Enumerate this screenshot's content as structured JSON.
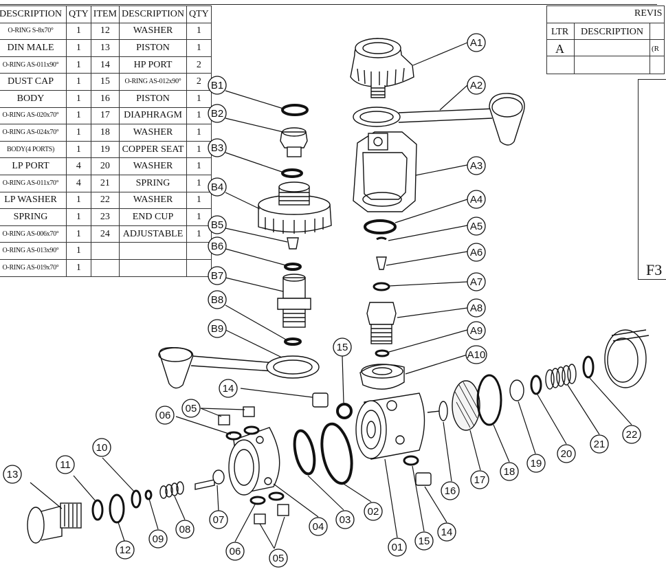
{
  "table": {
    "headers": [
      "DESCRIPTION",
      "QTY",
      "ITEM",
      "DESCRIPTION",
      "QTY"
    ],
    "rows": [
      [
        "O-RING S-8x70°",
        "1",
        "12",
        "WASHER",
        "1"
      ],
      [
        "DIN MALE",
        "1",
        "13",
        "PISTON",
        "1"
      ],
      [
        "O-RING AS-011x90°",
        "1",
        "14",
        "HP PORT",
        "2"
      ],
      [
        "DUST CAP",
        "1",
        "15",
        "O-RING AS-012x90°",
        "2"
      ],
      [
        "BODY",
        "1",
        "16",
        "PISTON",
        "1"
      ],
      [
        "O-RING AS-020x70°",
        "1",
        "17",
        "DIAPHRAGM",
        "1"
      ],
      [
        "O-RING AS-024x70°",
        "1",
        "18",
        "WASHER",
        "1"
      ],
      [
        "BODY(4 PORTS)",
        "1",
        "19",
        "COPPER SEAT",
        "1"
      ],
      [
        "LP PORT",
        "4",
        "20",
        "WASHER",
        "1"
      ],
      [
        "O-RING AS-011x70°",
        "4",
        "21",
        "SPRING",
        "1"
      ],
      [
        "LP WASHER",
        "1",
        "22",
        "WASHER",
        "1"
      ],
      [
        "SPRING",
        "1",
        "23",
        "END CUP",
        "1"
      ],
      [
        "O-RING AS-006x70°",
        "1",
        "24",
        "ADJUSTABLE",
        "1"
      ],
      [
        "O-RING AS-013x90°",
        "1",
        "",
        "",
        " "
      ],
      [
        "O-RING AS-019x70°",
        "1",
        "",
        "",
        " "
      ]
    ]
  },
  "revision": {
    "title": "REVIS",
    "col_ltr": "LTR",
    "col_desc": "DESCRIPTION",
    "row_letter": "A",
    "row_extra": "(R"
  },
  "frame_label": "F3",
  "callouts": [
    {
      "label": "A1"
    },
    {
      "label": "A2"
    },
    {
      "label": "A3"
    },
    {
      "label": "A4"
    },
    {
      "label": "A5"
    },
    {
      "label": "A6"
    },
    {
      "label": "A7"
    },
    {
      "label": "A8"
    },
    {
      "label": "A9"
    },
    {
      "label": "A10"
    },
    {
      "label": "B1"
    },
    {
      "label": "B2"
    },
    {
      "label": "B3"
    },
    {
      "label": "B4"
    },
    {
      "label": "B5"
    },
    {
      "label": "B6"
    },
    {
      "label": "B7"
    },
    {
      "label": "B8"
    },
    {
      "label": "B9"
    },
    {
      "label": "13"
    },
    {
      "label": "11"
    },
    {
      "label": "10"
    },
    {
      "label": "12"
    },
    {
      "label": "09"
    },
    {
      "label": "08"
    },
    {
      "label": "07"
    },
    {
      "label": "06"
    },
    {
      "label": "05"
    },
    {
      "label": "06"
    },
    {
      "label": "05"
    },
    {
      "label": "04"
    },
    {
      "label": "03"
    },
    {
      "label": "02"
    },
    {
      "label": "01"
    },
    {
      "label": "15"
    },
    {
      "label": "14"
    },
    {
      "label": "15"
    },
    {
      "label": "14"
    },
    {
      "label": "16"
    },
    {
      "label": "17"
    },
    {
      "label": "18"
    },
    {
      "label": "19"
    },
    {
      "label": "20"
    },
    {
      "label": "21"
    },
    {
      "label": "22"
    }
  ]
}
